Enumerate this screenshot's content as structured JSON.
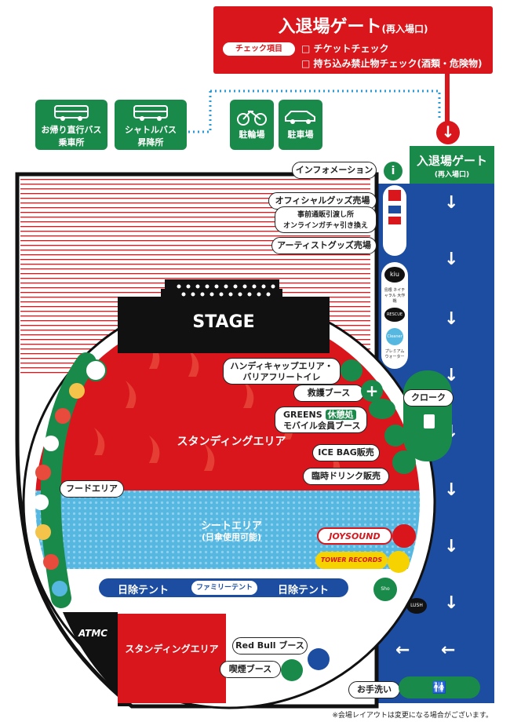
{
  "gate_box": {
    "title": "入退場ゲート",
    "title_sub": "(再入場口)",
    "check_label": "チェック項目",
    "check_items": [
      "□ チケットチェック",
      "□ 持ち込み禁止物チェック(酒類・危険物)"
    ]
  },
  "transport": {
    "bus": "お帰り直行バス乗車所",
    "bus_l1": "お帰り直行バス",
    "bus_l2": "乗車所",
    "shuttle_l1": "シャトルバス",
    "shuttle_l2": "昇降所",
    "bike": "駐輪場",
    "car": "駐車場"
  },
  "gate_side": {
    "title": "入退場ゲート",
    "sub": "(再入場口)"
  },
  "labels": {
    "info": "インフォメーション",
    "official_goods": "オフィシャルグッズ売場",
    "advance_pickup": "事前通販引渡し所",
    "gacha": "オンラインガチャ引き換え",
    "artist_goods": "アーティストグッズ売場",
    "handicap_l1": "ハンディキャップエリア・",
    "handicap_l2": "バリアフリートイレ",
    "rescue": "救護ブース",
    "greens_1": "GREENS",
    "greens_rest": "休憩処",
    "greens_2": "モバイル会員ブース",
    "icebag": "ICE BAG販売",
    "drink": "臨時ドリンク販売",
    "cloak": "クローク",
    "food": "フードエリア",
    "stage": "STAGE",
    "standing": "スタンディングエリア",
    "seat_1": "シートエリア",
    "seat_2": "(日傘使用可能)",
    "tent_left": "日除テント",
    "tent_family": "ファミリーテント",
    "tent_right": "日除テント",
    "joysound": "JOYSOUND",
    "tower": "TOWER RECORDS",
    "atmc": "ATMC",
    "standing2": "スタンディングエリア",
    "redbull": "Red Bull ブース",
    "smoking": "喫煙ブース",
    "toilet": "お手洗い",
    "kiu": "kiu",
    "sponsor2": "島根 ネイチャラル 大作戦",
    "sponsor3": "RESCUE",
    "sponsor4": "Cleaner",
    "sponsor5": "プレミアム ウォーター",
    "lush": "LUSH",
    "yomiuri": "Sho",
    "note": "※会場レイアウトは変更になる場合がございます。"
  },
  "colors": {
    "red": "#d9161c",
    "green": "#1a8a4a",
    "blue": "#1d4da0",
    "sky": "#56b8e0",
    "black": "#111111"
  }
}
